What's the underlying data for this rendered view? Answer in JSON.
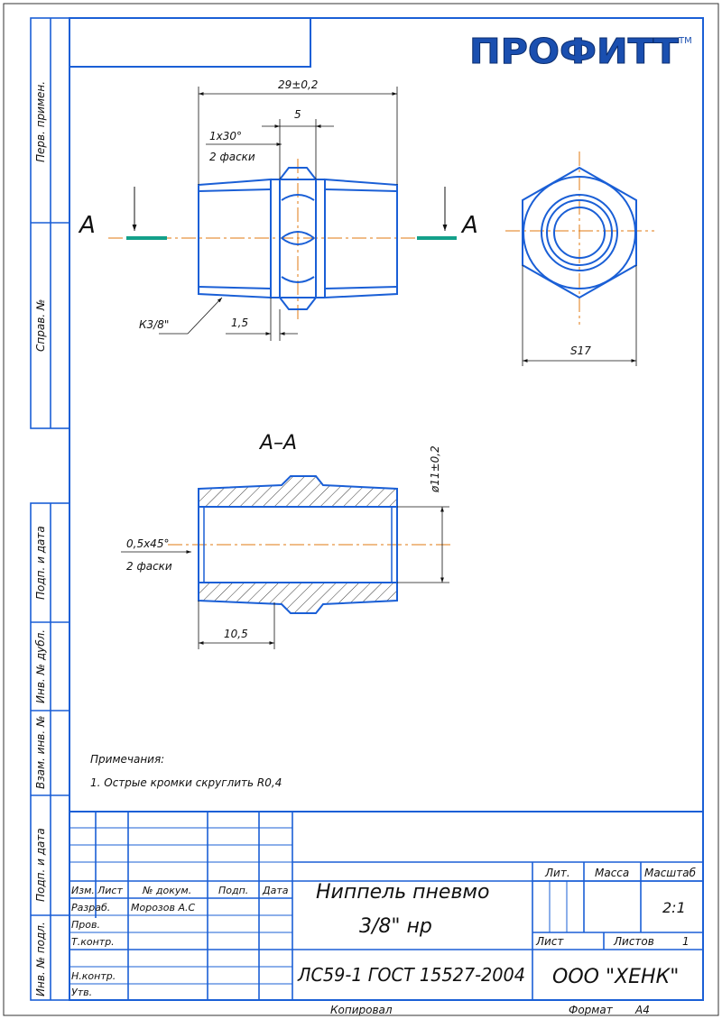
{
  "logo": {
    "text": "ПРОФИТТ",
    "tm": "TM"
  },
  "sidebar": {
    "perv_primen": "Перв. примен.",
    "sprav_no": "Справ. №",
    "podp_data_1": "Подп. и дата",
    "inv_dubl": "Инв. № дубл.",
    "vzam_inv": "Взам. инв. №",
    "podp_data_2": "Подп. и дата",
    "inv_podl": "Инв. № подл."
  },
  "drawing": {
    "dim_overall": "29±0,2",
    "dim_hex_width": "5",
    "chamfer": "1x30°",
    "chamfer_count": "2 фаски",
    "section_left": "А",
    "section_right": "А",
    "thread": "К3/8\"",
    "dim_small": "1,5",
    "hex_size": "S17",
    "section_title": "А–А",
    "dim_bore": "ø11±0,2",
    "inner_chamfer": "0,5x45°",
    "inner_chamfer_count": "2 фаски",
    "dim_thread_len": "10,5"
  },
  "notes": {
    "heading": "Примечания:",
    "item1": "1. Острые кромки скруглить R0,4"
  },
  "title_block": {
    "name_line1": "Ниппель пневмо",
    "name_line2": "3/8\" нр",
    "material": "ЛС59-1 ГОСТ 15527-2004",
    "company": "ООО \"ХЕНК\"",
    "lit": "Лит.",
    "massa": "Масса",
    "masshtab": "Масштаб",
    "scale": "2:1",
    "list": "Лист",
    "listov": "Листов",
    "listov_value": "1",
    "izm": "Изм.",
    "list_col": "Лист",
    "no_dokum": "№ докум.",
    "podp": "Подп.",
    "data": "Дата",
    "razrab": "Разраб.",
    "razrab_name": "Морозов А.С",
    "prov": "Пров.",
    "tkontr": "Т.контр.",
    "nkontr": "Н.контр.",
    "utv": "Утв."
  },
  "footer": {
    "copied": "Копировал",
    "format_label": "Формат",
    "format_value": "А4"
  },
  "colors": {
    "outline": "#1a5fd6",
    "centerline": "#e07a10",
    "frame": "#1a5fd6",
    "mark": "#13a08a"
  }
}
